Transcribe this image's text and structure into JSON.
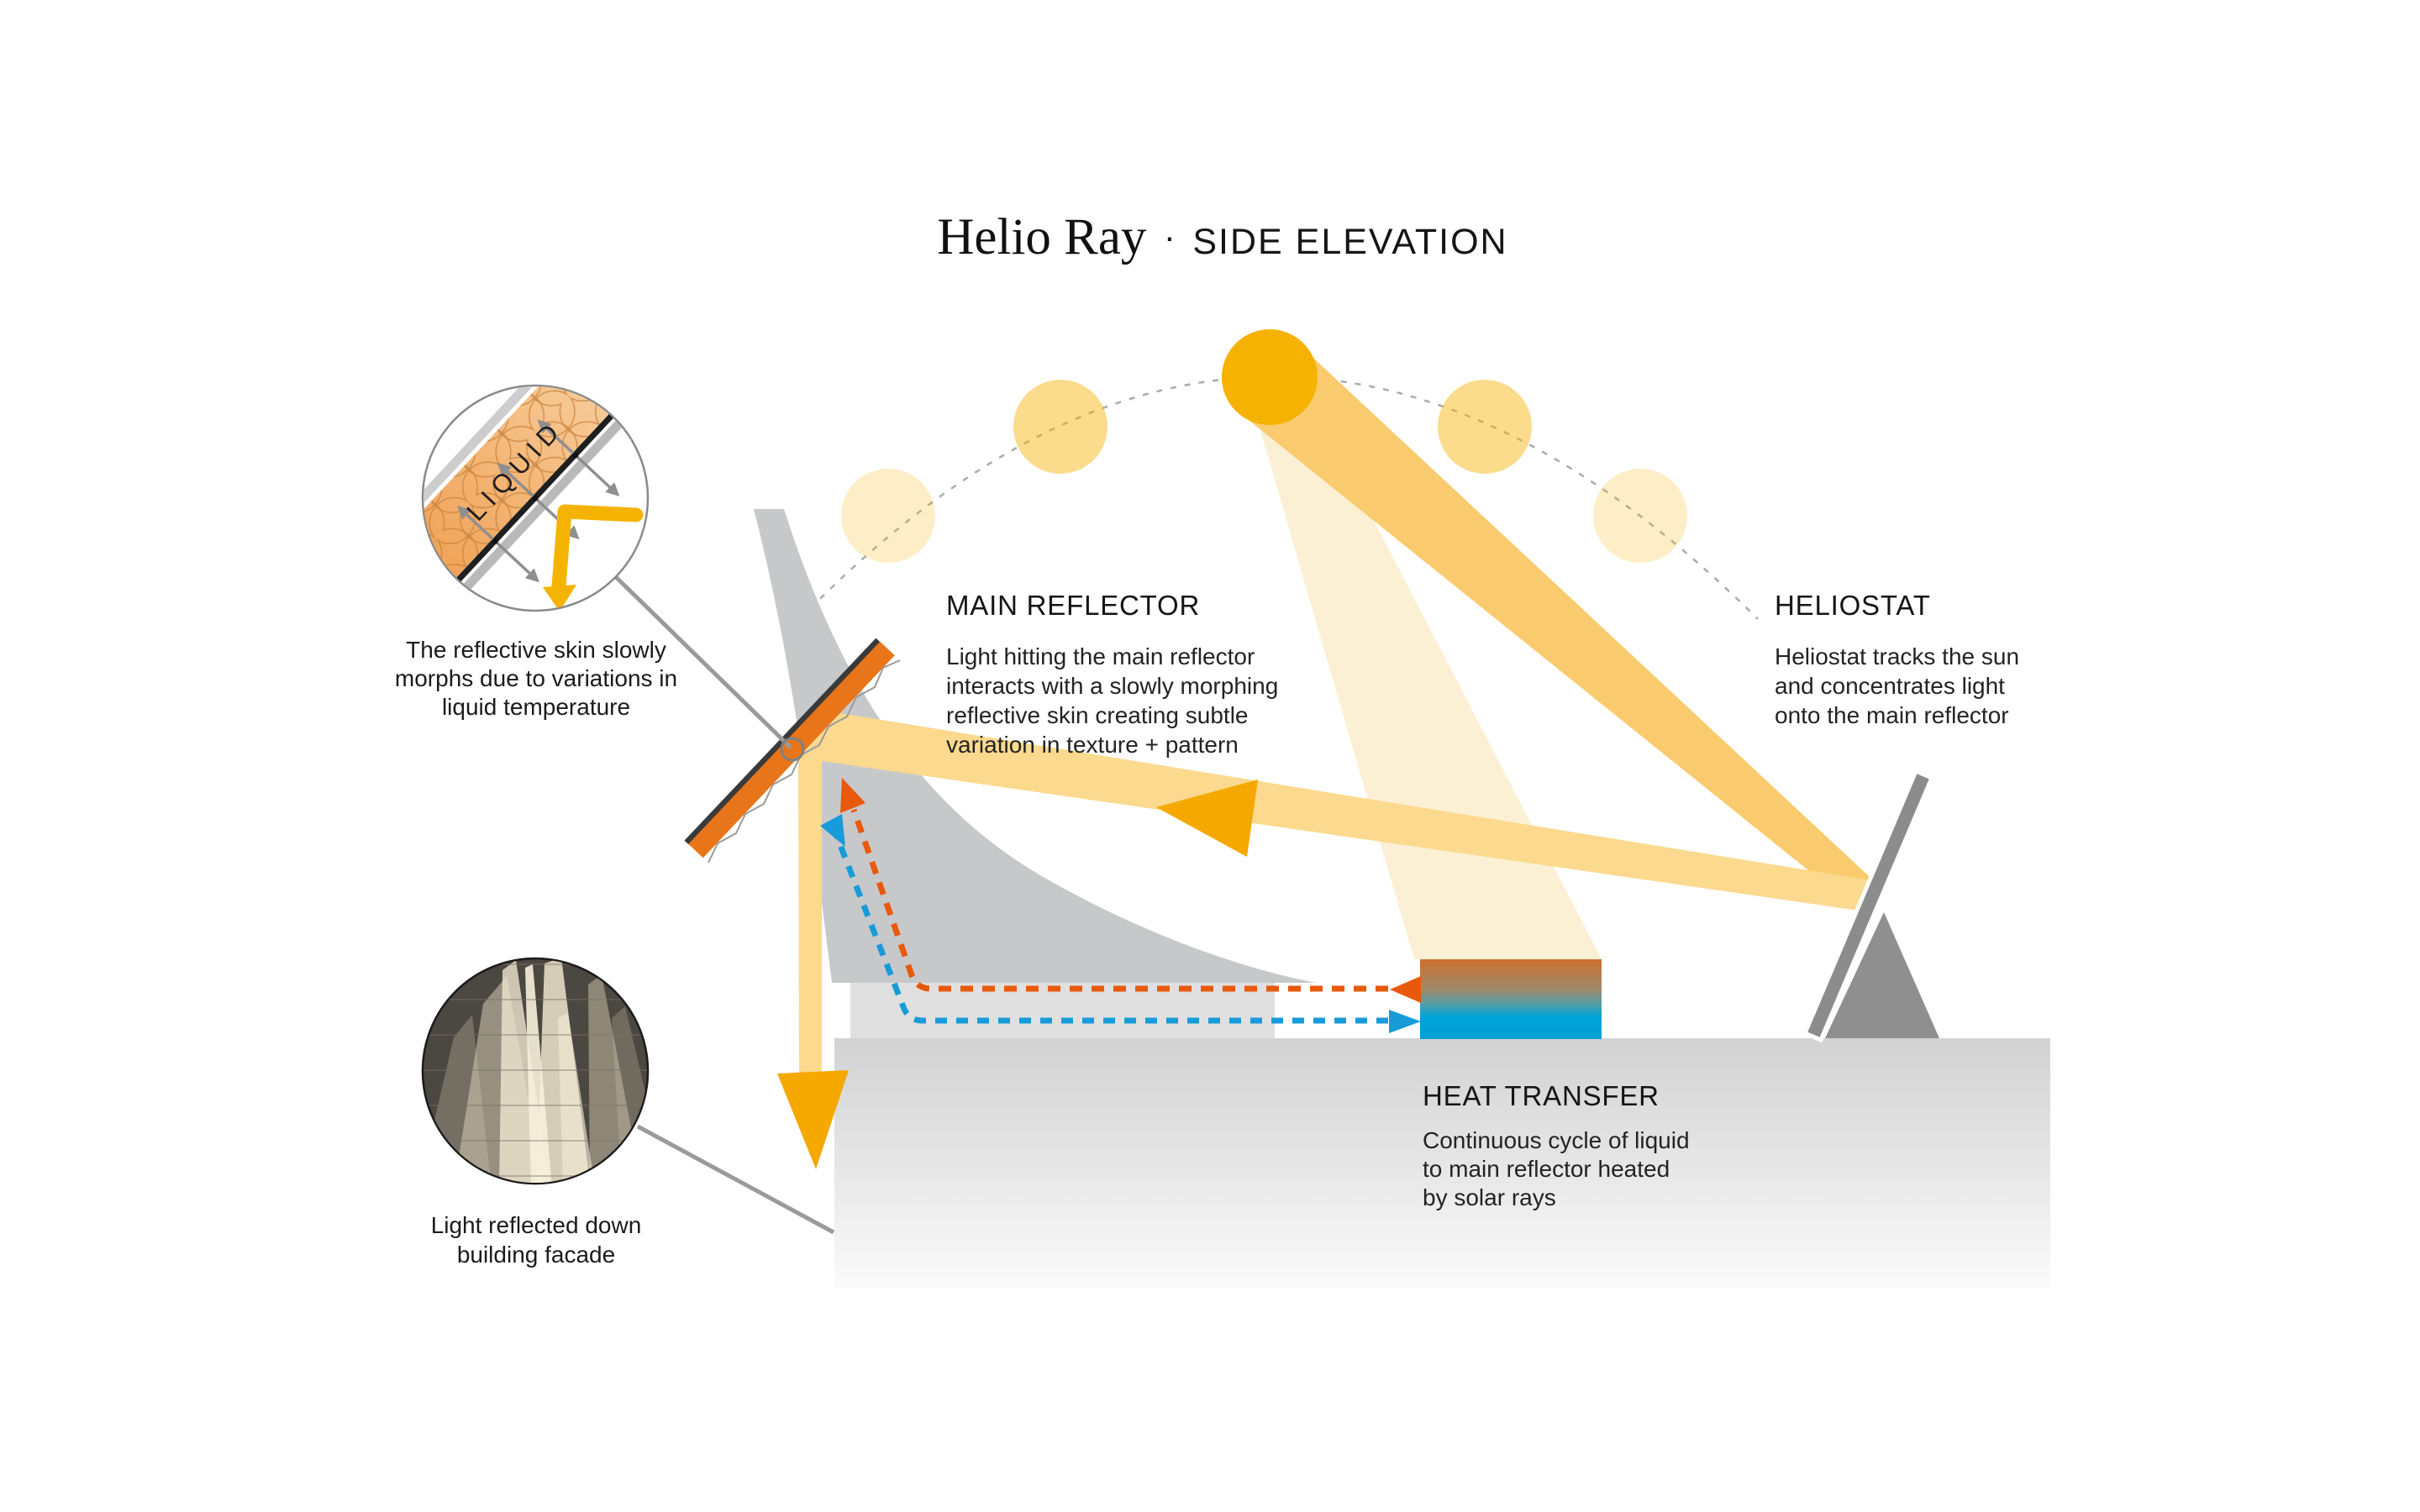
{
  "title": {
    "name": "Helio Ray",
    "separator": "·",
    "view": "SIDE ELEVATION"
  },
  "annotations": {
    "main_reflector": {
      "heading": "MAIN REFLECTOR",
      "lines": [
        "Light hitting the main reflector",
        "interacts with a slowly morphing",
        "reflective skin creating subtle",
        "variation in texture + pattern"
      ]
    },
    "heliostat": {
      "heading": "HELIOSTAT",
      "lines": [
        "Heliostat tracks the sun",
        "and concentrates light",
        "onto the main reflector"
      ]
    },
    "heat_transfer": {
      "heading": "HEAT TRANSFER",
      "lines": [
        "Continuous cycle of liquid",
        "to main reflector heated",
        "by solar rays"
      ]
    }
  },
  "insets": {
    "liquid_detail": {
      "label": "LIQUID",
      "caption_lines": [
        "The reflective skin slowly",
        "morphs due to variations in",
        "liquid temperature"
      ]
    },
    "facade": {
      "caption_lines": [
        "Light reflected down",
        "building facade"
      ]
    }
  },
  "icons": {
    "sun-icon": "filled-circle",
    "sun-ghost-icon": "faded-circle",
    "sun-path-arc": "dashed-arc",
    "beam-arrow-icon": "solid-triangle-left",
    "down-light-arrow-icon": "solid-triangle-down",
    "hot-flow-arrow-icon": "dashed-orange-arrow",
    "cold-flow-arrow-icon": "dashed-blue-arrow",
    "skin-exchange-arrow-icon": "double-headed-gray-arrow",
    "detail-callout-icon": "magnifier-circle"
  },
  "colors": {
    "sun": "#F5B201",
    "sun_beam": "#F9CB6E",
    "light_beam": "#FBD98E",
    "sky_beam_cream": "#FCF0D4",
    "arrow_amber": "#F5A800",
    "hot_flow": "#E8590C",
    "cold_flow": "#189BD9",
    "reflector_orange": "#E8751A",
    "structure_gray": "#C7C8CA",
    "platform_gray": "#D2D2D2",
    "collector_hot": "#CC7030",
    "collector_cold": "#00A3D8",
    "text": "#1C1C1C"
  }
}
